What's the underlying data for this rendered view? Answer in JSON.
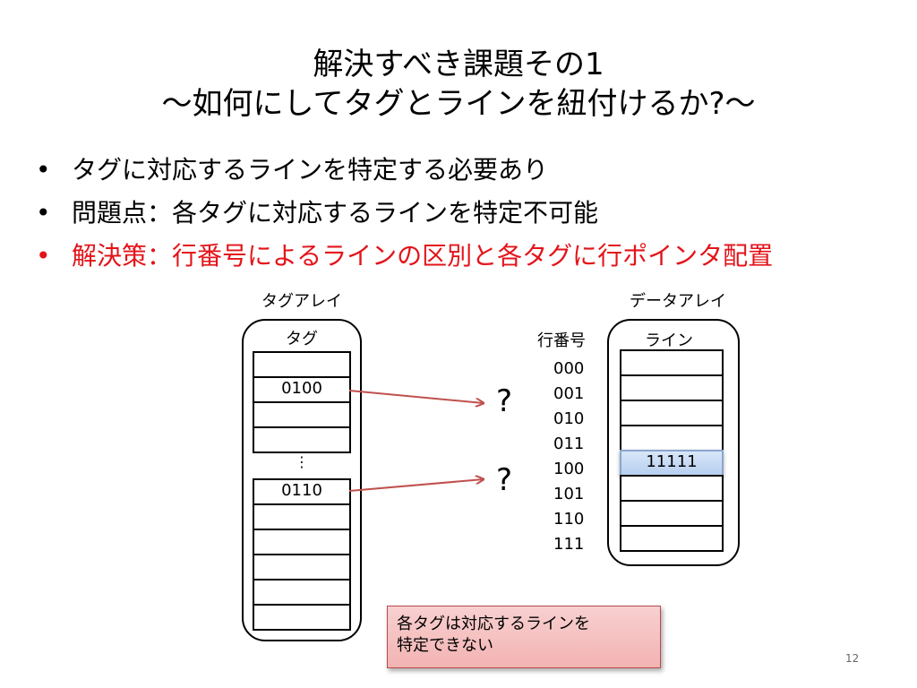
{
  "slide": {
    "title_line1": "解決すべき課題その1",
    "title_line2": "～如何にしてタグとラインを紐付けるか?～",
    "bullets": [
      {
        "marker": "•",
        "text": "タグに対応するラインを特定する必要あり",
        "color": "#000000"
      },
      {
        "marker": "•",
        "text": "問題点：各タグに対応するラインを特定不可能",
        "color": "#000000"
      },
      {
        "marker": "•",
        "text": "解決策：行番号によるラインの区別と各タグに行ポインタ配置",
        "color": "#e3141a"
      }
    ],
    "page_number": "12"
  },
  "tag_array": {
    "label": "タグアレイ",
    "column_header": "タグ",
    "cells_top": [
      "",
      "0100",
      "",
      ""
    ],
    "ellipsis": "⋮",
    "cells_bottom": [
      "0110",
      "",
      "",
      "",
      "",
      ""
    ]
  },
  "data_array": {
    "label": "データアレイ",
    "row_header": "行番号",
    "column_header": "ライン",
    "rows": [
      {
        "index": "000",
        "value": ""
      },
      {
        "index": "001",
        "value": ""
      },
      {
        "index": "010",
        "value": ""
      },
      {
        "index": "011",
        "value": ""
      },
      {
        "index": "100",
        "value": "11111",
        "highlight": true
      },
      {
        "index": "101",
        "value": ""
      },
      {
        "index": "110",
        "value": ""
      },
      {
        "index": "111",
        "value": ""
      }
    ]
  },
  "arrows": {
    "color": "#c0504d",
    "question_marks": [
      "?",
      "?"
    ]
  },
  "note": {
    "line1": "各タグは対応するラインを",
    "line2": "特定できない",
    "fill": "#f4b8b8",
    "border": "#b84a4a"
  }
}
